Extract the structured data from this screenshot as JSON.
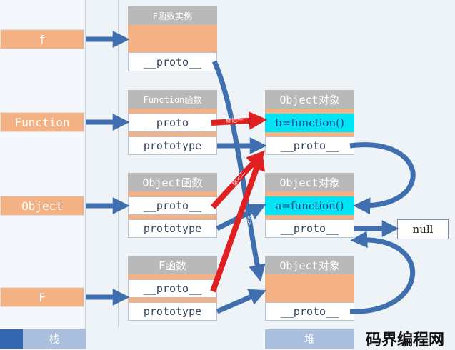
{
  "colors": {
    "accent_orange": "#f4b183",
    "header_gray": "#b9b9b9",
    "cyan": "#00e5f5",
    "arrow_blue": "#3f6fae",
    "arrow_red": "#e02020"
  },
  "stack": {
    "f": "f",
    "Function": "Function",
    "Object": "Object",
    "F": "F"
  },
  "boxes": {
    "f_instance": {
      "title": "F函数实例",
      "proto": "__proto__"
    },
    "function_fn": {
      "title": "Function函数",
      "proto": "__proto__",
      "prototype": "prototype"
    },
    "object_fn": {
      "title": "Object函数",
      "proto": "__proto__",
      "prototype": "prototype"
    },
    "F_fn": {
      "title": "F函数",
      "proto": "__proto__",
      "prototype": "prototype"
    },
    "obj1": {
      "title": "Object对象",
      "method": "b=function()",
      "proto": "__proto__"
    },
    "obj2": {
      "title": "Object对象",
      "method": "a=function()",
      "proto": "__proto__"
    },
    "obj3": {
      "title": "Object对象",
      "proto": "__proto__"
    }
  },
  "null_label": "null",
  "tags": [
    "标记一",
    "标记二",
    "标记三"
  ],
  "footer": {
    "stack": "栈",
    "heap": "堆"
  },
  "watermark": "码界编程网"
}
